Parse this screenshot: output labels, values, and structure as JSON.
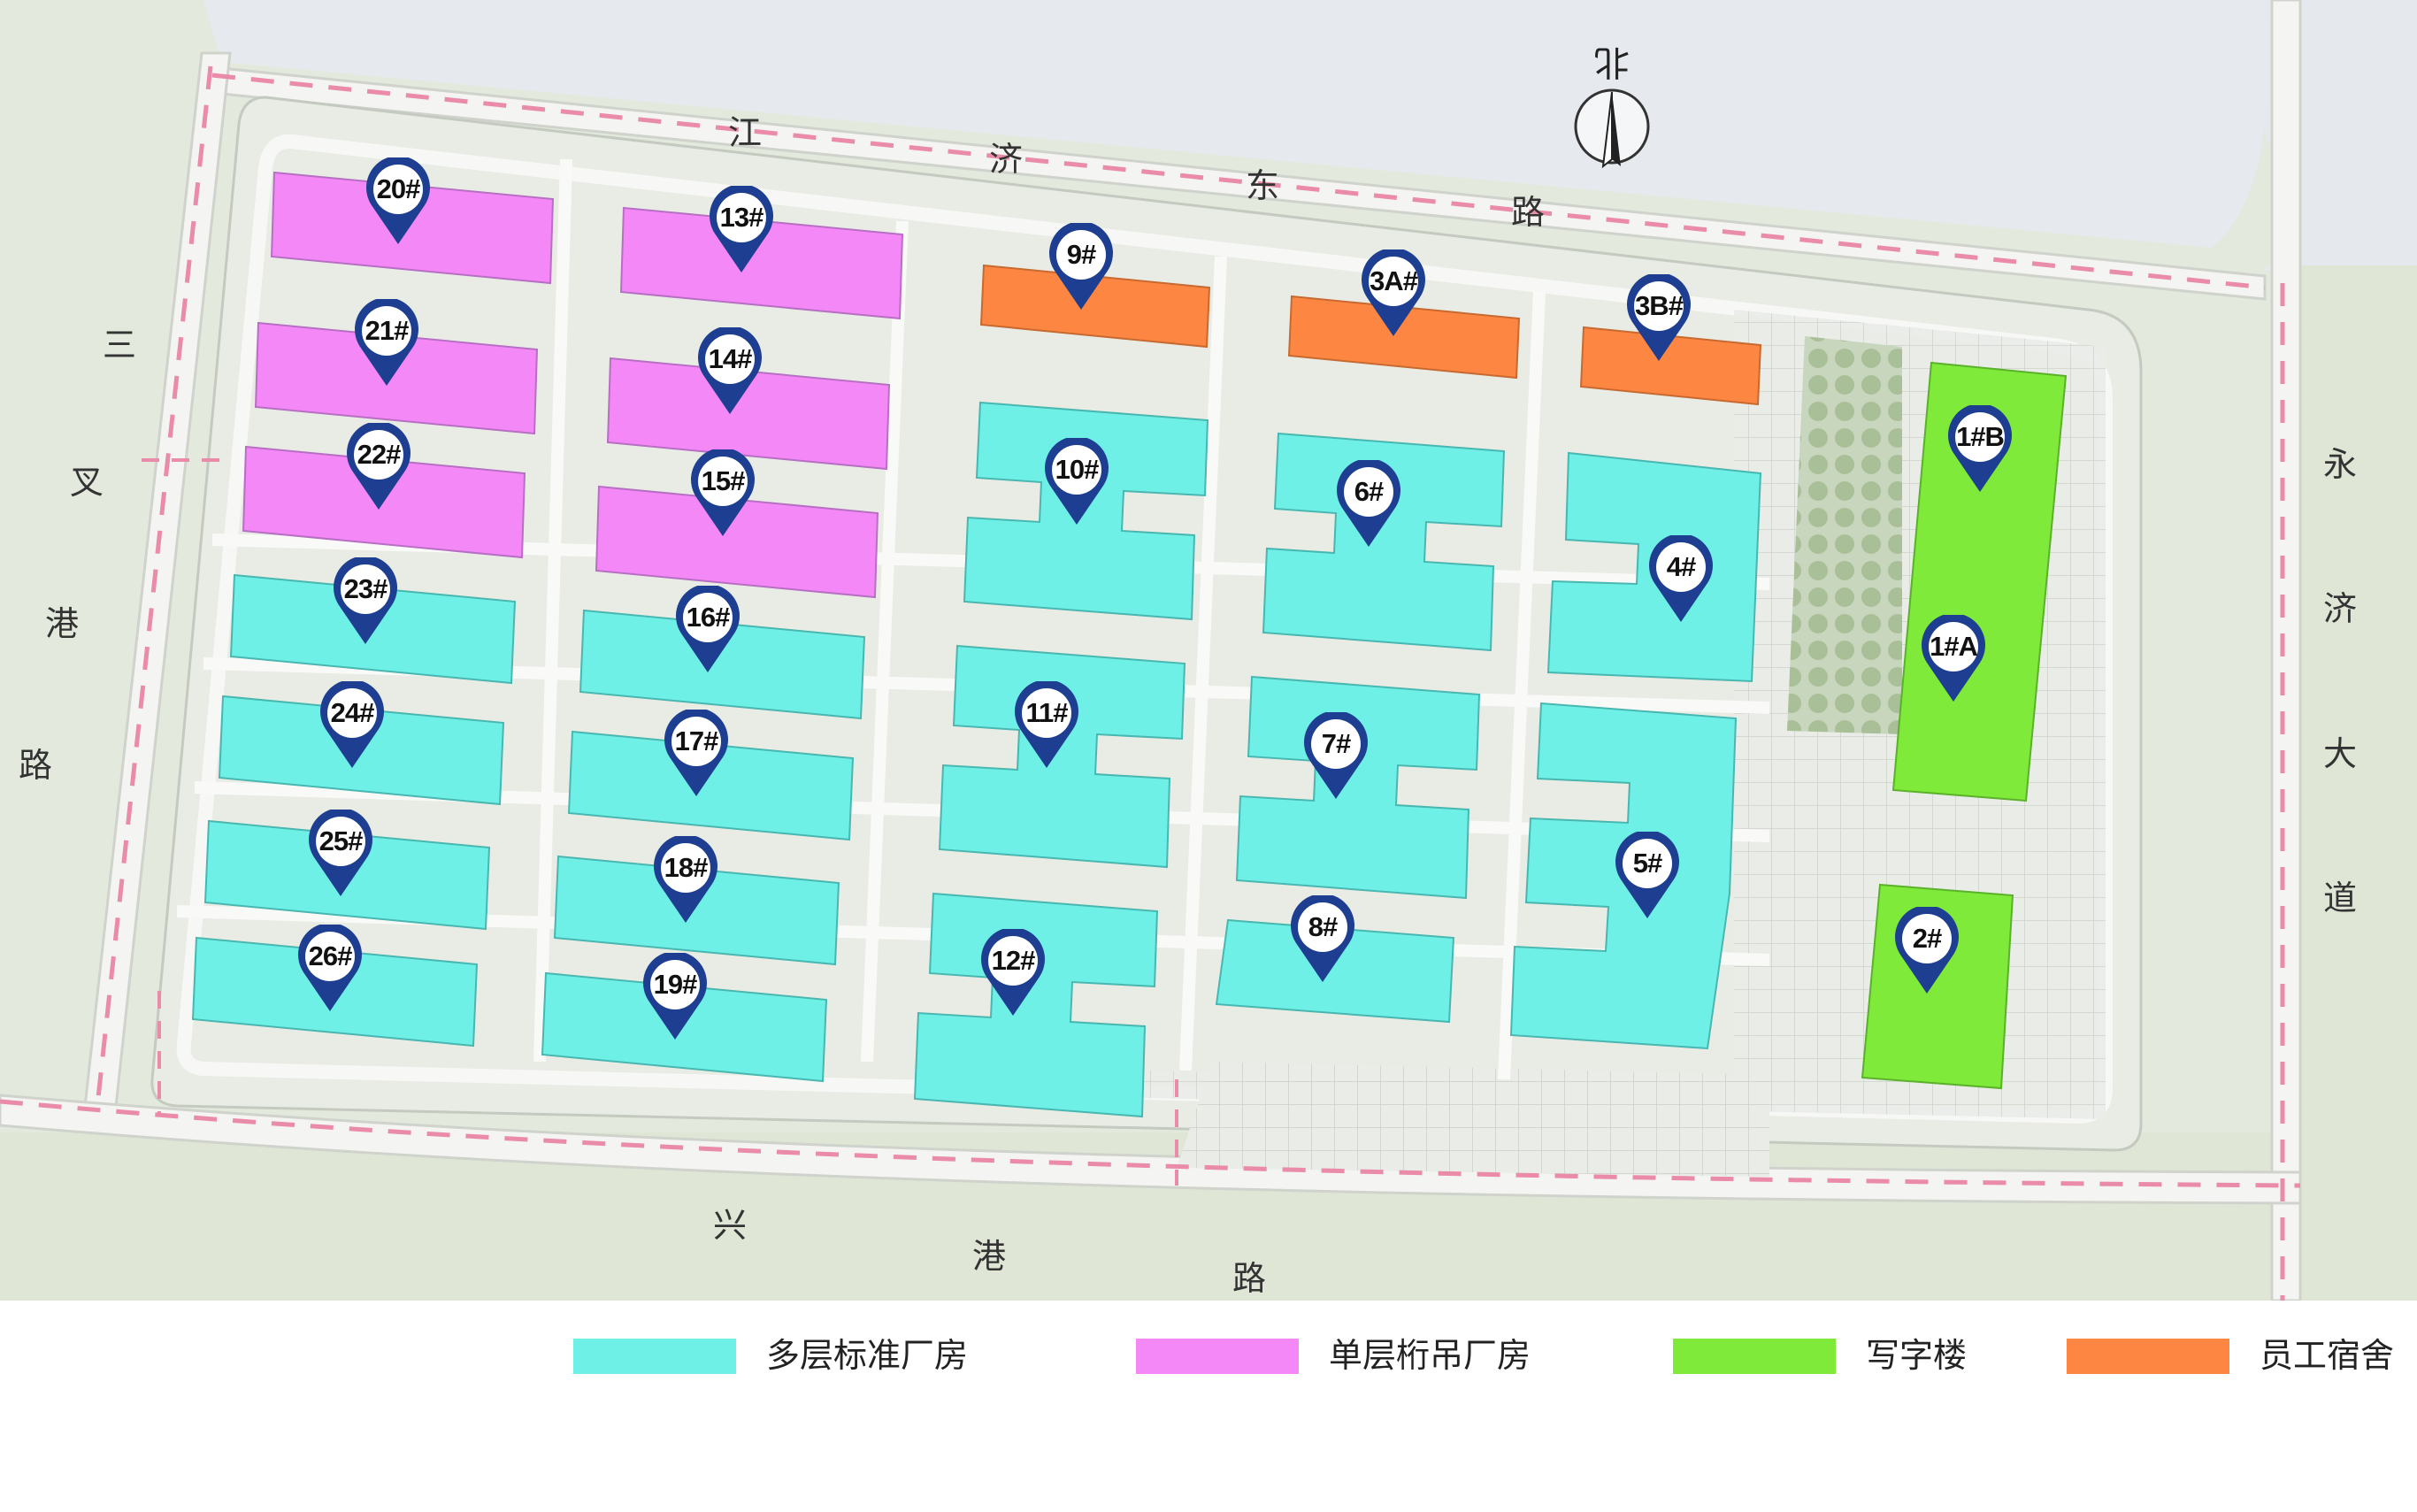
{
  "colors": {
    "multi_storey_factory": "#6ff0e6",
    "single_storey_factory": "#f588f7",
    "office": "#7fea3a",
    "dormitory": "#fd8742",
    "marker_pin": "#1e3f91",
    "land": "#e6ecdf",
    "water": "#e4e9ed",
    "boundary": "#e98ba9"
  },
  "north": {
    "label": "北",
    "icon": "north-arrow-icon"
  },
  "roads": {
    "north": [
      "江",
      "济",
      "东",
      "路"
    ],
    "west": [
      "三",
      "叉",
      "港",
      "路"
    ],
    "east": [
      "永",
      "济",
      "大",
      "道"
    ],
    "south": [
      "兴",
      "港",
      "路"
    ]
  },
  "markers": [
    {
      "label": "20#",
      "category": "single_storey_factory"
    },
    {
      "label": "13#",
      "category": "single_storey_factory"
    },
    {
      "label": "21#",
      "category": "single_storey_factory"
    },
    {
      "label": "14#",
      "category": "single_storey_factory"
    },
    {
      "label": "22#",
      "category": "single_storey_factory"
    },
    {
      "label": "15#",
      "category": "single_storey_factory"
    },
    {
      "label": "9#",
      "category": "dormitory"
    },
    {
      "label": "3A#",
      "category": "dormitory"
    },
    {
      "label": "3B#",
      "category": "dormitory"
    },
    {
      "label": "10#",
      "category": "multi_storey_factory"
    },
    {
      "label": "6#",
      "category": "multi_storey_factory"
    },
    {
      "label": "4#",
      "category": "multi_storey_factory"
    },
    {
      "label": "23#",
      "category": "multi_storey_factory"
    },
    {
      "label": "16#",
      "category": "multi_storey_factory"
    },
    {
      "label": "24#",
      "category": "multi_storey_factory"
    },
    {
      "label": "17#",
      "category": "multi_storey_factory"
    },
    {
      "label": "11#",
      "category": "multi_storey_factory"
    },
    {
      "label": "7#",
      "category": "multi_storey_factory"
    },
    {
      "label": "25#",
      "category": "multi_storey_factory"
    },
    {
      "label": "18#",
      "category": "multi_storey_factory"
    },
    {
      "label": "5#",
      "category": "multi_storey_factory"
    },
    {
      "label": "8#",
      "category": "multi_storey_factory"
    },
    {
      "label": "26#",
      "category": "multi_storey_factory"
    },
    {
      "label": "19#",
      "category": "multi_storey_factory"
    },
    {
      "label": "12#",
      "category": "multi_storey_factory"
    },
    {
      "label": "1#B",
      "category": "office"
    },
    {
      "label": "1#A",
      "category": "office"
    },
    {
      "label": "2#",
      "category": "office"
    }
  ],
  "legend": [
    {
      "label": "多层标准厂房",
      "color": "#6ff0e6"
    },
    {
      "label": "单层桁吊厂房",
      "color": "#f588f7"
    },
    {
      "label": "写字楼",
      "color": "#7fea3a"
    },
    {
      "label": "员工宿舍",
      "color": "#fd8742"
    }
  ]
}
